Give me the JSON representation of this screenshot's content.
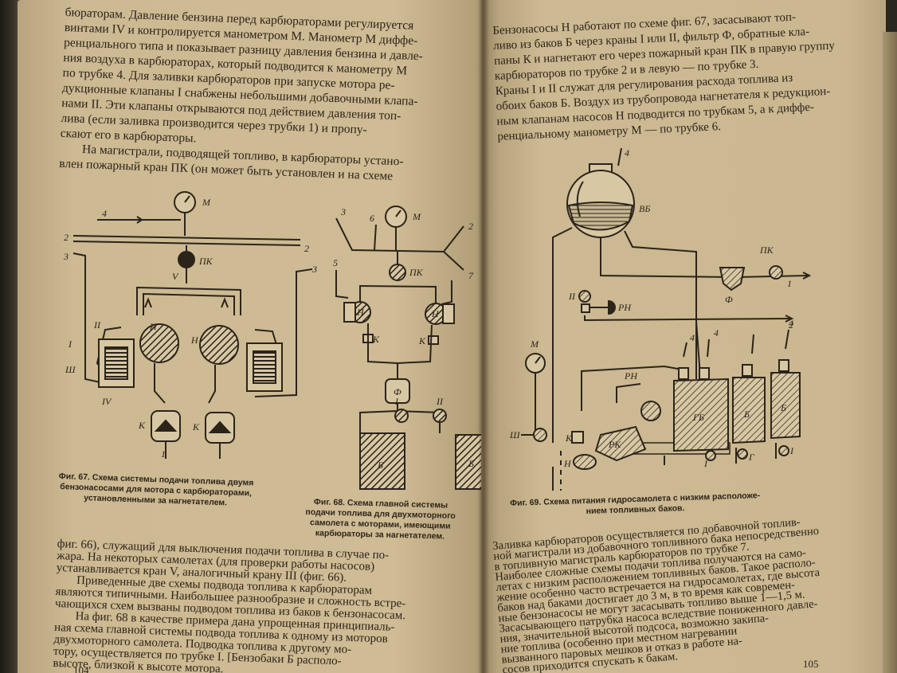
{
  "left_page": {
    "top_lines": [
      "бюраторам. Давление бензина перед карбюраторами регулируется",
      "винтами IV и контролируется манометром М. Манометр М диффе-",
      "ренциального типа и показывает разницу давления бензина и давле-",
      "ния воздуха в карбюраторах, который подводится к манометру М",
      "по трубке 4. Для заливки карбюраторов при запуске мотора ре-",
      "дукционные клапаны I снабжены небольшими добавочными клапа-",
      "нами II. Эти клапаны открываются под действием давления топ-",
      "лива (если заливка производится через трубки 1) и пропу-",
      "скают его в карбюраторы.",
      "На магистрали, подводящей топливо, в карбюраторы устано-",
      "влен пожарный кран ПК (он может быть установлен и на схеме"
    ],
    "fig67_labels": {
      "m": "М",
      "pk": "ПК",
      "n1": "Н",
      "n2": "Н",
      "k1": "К",
      "k2": "К",
      "r1": "I",
      "r2": "II",
      "r3": "Ш",
      "r4": "IV",
      "v": "V",
      "t1": "1",
      "t2": "2",
      "t3": "3",
      "t4": "4",
      "t5": "2",
      "t6": "3"
    },
    "fig67_caption": [
      "Фиг. 67. Схема системы подачи топлива двумя",
      "бензонасосами для мотора с карбюраторами,",
      "установленными за нагнетателем."
    ],
    "fig68_labels": {
      "m": "М",
      "pk": "ПК",
      "n1": "Н",
      "n2": "Н",
      "k1": "К",
      "k2": "К",
      "f": "Ф",
      "i": "I",
      "ii": "II",
      "b1": "Б",
      "b2": "Б",
      "t3": "3",
      "t6": "6",
      "t2": "2",
      "t5": "5",
      "t7": "7"
    },
    "fig68_caption": [
      "Фиг. 68. Схема главной системы",
      "подачи топлива для двухмоторного",
      "самолета с моторами, имеющими",
      "карбюраторы за нагнетателем."
    ],
    "bottom_lines": [
      "фиг. 66), служащий для выключения подачи топлива в случае по-",
      "жара. На некоторых самолетах (для проверки работы насосов)",
      "устанавливается кран V, аналогичный крану III (фиг. 66).",
      "Приведенные две схемы подвода топлива к карбюраторам",
      "являются типичными. Наибольшее разнообразие и сложность встре-",
      "чающихся схем вызваны подводом топлива из баков к бензонасосам.",
      "На фиг. 68 в качестве примера дана упрощенная принципиаль-",
      "ная схема главной системы подвода топлива к одному из моторов",
      "двухмоторного самолета. Подводка топлива к другому мо-",
      "тору, осуществляется по трубке I. [Бензобаки Б располо-",
      "высоте, близкой к высоте мотора."
    ],
    "page_number": "104"
  },
  "right_page": {
    "top_lines": [
      "Бензонасосы Н работают по схеме фиг. 67, засасывают топ-",
      "ливо из баков Б через краны I или II, фильтр Ф, обратные кла-",
      "паны К и нагнетают его через пожарный кран ПК в правую группу",
      "карбюраторов по трубке 2 и в левую — по трубке 3.",
      "Краны I и II служат для регулирования расхода топлива из",
      "обоих баков Б. Воздух из трубопровода нагнетателя к редукцион-",
      "ным клапанам насосов Н подводится по трубкам 5, а к диффе-",
      "ренциальному манометру М — по трубке 6."
    ],
    "fig69_labels": {
      "t4": "4",
      "vb": "ВБ",
      "pk": "ПК",
      "t1": "1",
      "f": "Ф",
      "ii": "II",
      "rn1": "РН",
      "t2": "2",
      "m": "М",
      "rn2": "РН",
      "gb": "ГБ",
      "b1": "Б",
      "b2": "Б",
      "k": "К",
      "n": "Н",
      "sh": "Ш",
      "rk": "РК",
      "i1": "I",
      "g": "Г",
      "i2": "I",
      "t4b": "4",
      "t4c": "4",
      "t4d": "4"
    },
    "fig69_caption": [
      "Фиг. 69. Схема питания гидросамолета с низким расположе-",
      "нием топливных баков."
    ],
    "bottom_lines": [
      "Заливка карбюраторов осуществляется по добавочной топлив-",
      "ной магистрали из добавочного топливного бака непосредственно",
      "в топливную магистраль карбюраторов по трубке 7.",
      "Наиболее сложные схемы подачи топлива получаются на само-",
      "летах с низким расположением топливных баков. Такое располо-",
      "жение особенно часто встречается на гидросамолетах, где высота",
      "баков над баками достигает до 3 м, в то время как современ-",
      "ные бензонасосы не могут засасывать топливо выше 1—1,5 м.",
      "Засасывающего патрубка насоса вследствие пониженного давле-",
      "ния, значительной высотой подсоса, возможно закипа-",
      "ние топлива (особенно при местном нагревании",
      "вызванного паровых мешков и отказ в работе на-",
      "сосов приходится спускать к бакам."
    ],
    "page_number": "105"
  }
}
